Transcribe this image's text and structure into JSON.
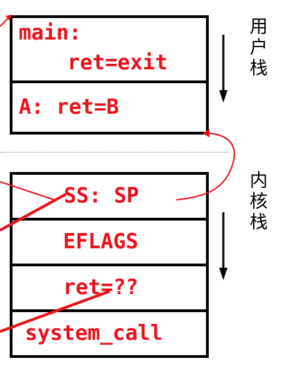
{
  "user_stack": {
    "label_chars": [
      "用",
      "户",
      "栈"
    ],
    "frames": [
      {
        "lines": [
          "main:",
          "   ret=exit"
        ]
      },
      {
        "lines": [
          "A: ret=B"
        ]
      }
    ]
  },
  "kernel_stack": {
    "label_chars": [
      "内",
      "核",
      "栈"
    ],
    "cells": [
      "SS: SP",
      "EFLAGS",
      "ret=??",
      "system_call"
    ]
  },
  "colors": {
    "text_red": "#e8101a",
    "border": "#000000",
    "annotation_red": "#e8101a"
  }
}
